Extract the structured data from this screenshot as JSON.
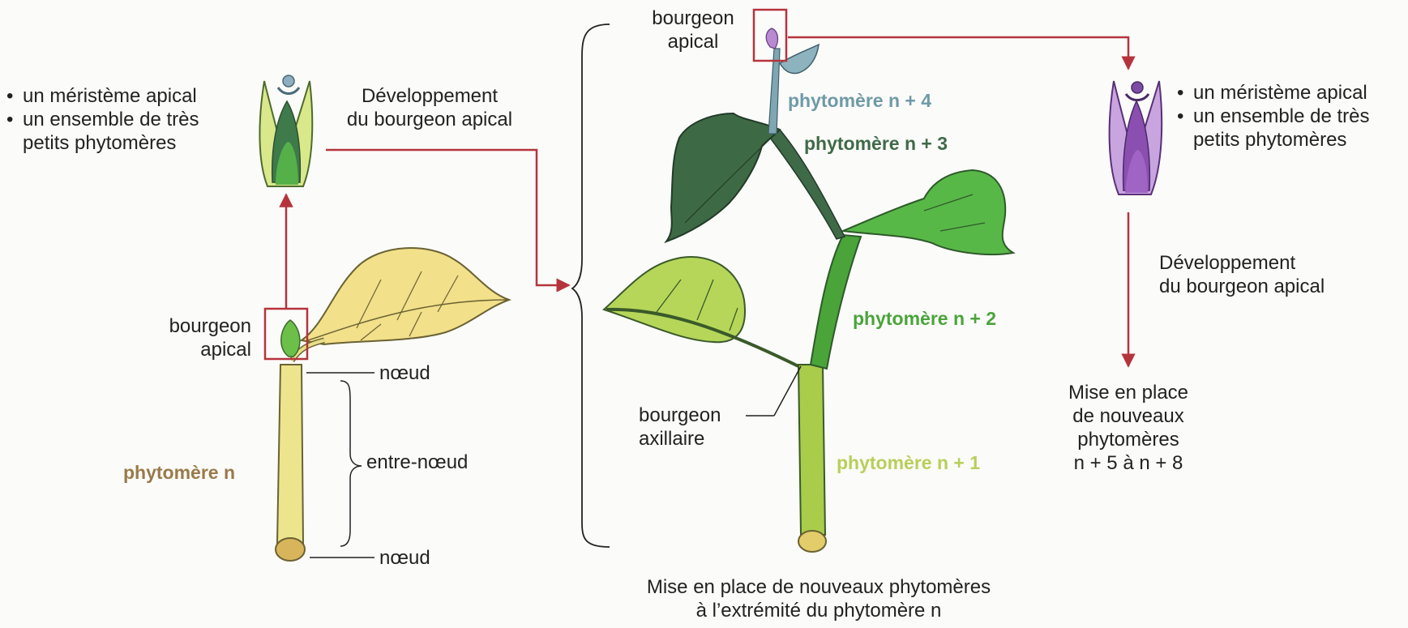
{
  "left_bullets": [
    "un méristème apical",
    "un ensemble de très",
    "petits phytomères"
  ],
  "right_bullets": [
    "un méristème apical",
    "un ensemble de très",
    "petits phytomères"
  ],
  "dev_left": [
    "Développement",
    "du bourgeon apical"
  ],
  "dev_right": [
    "Développement",
    "du bourgeon apical"
  ],
  "bourgeon_apical_left": [
    "bourgeon",
    "apical"
  ],
  "bourgeon_apical_top": [
    "bourgeon",
    "apical"
  ],
  "bourgeon_axillaire": [
    "bourgeon",
    "axillaire"
  ],
  "noeud_top": "nœud",
  "noeud_bottom": "nœud",
  "entre_noeud": "entre-nœud",
  "phytomere_n": "phytomère n",
  "phytomere_n1": "phytomère n + 1",
  "phytomere_n2": "phytomère n + 2",
  "phytomere_n3": "phytomère n + 3",
  "phytomere_n4": "phytomère n + 4",
  "mise_en_place_right": [
    "Mise en place",
    "de nouveaux",
    "phytomères",
    "n + 5 à n + 8"
  ],
  "mise_en_place_bottom": [
    "Mise en place de nouveaux phytomères",
    "à l’extrémité du phytomère n"
  ],
  "colors": {
    "arrow": "#b5343c",
    "phytomere_n": "#9a7a4a",
    "phytomere_n1": "#b8cf5a",
    "phytomere_n2": "#4aa43a",
    "phytomere_n3": "#3f6a48",
    "phytomere_n4": "#6f9aa6",
    "meristem_right": "#8a4fb0"
  }
}
